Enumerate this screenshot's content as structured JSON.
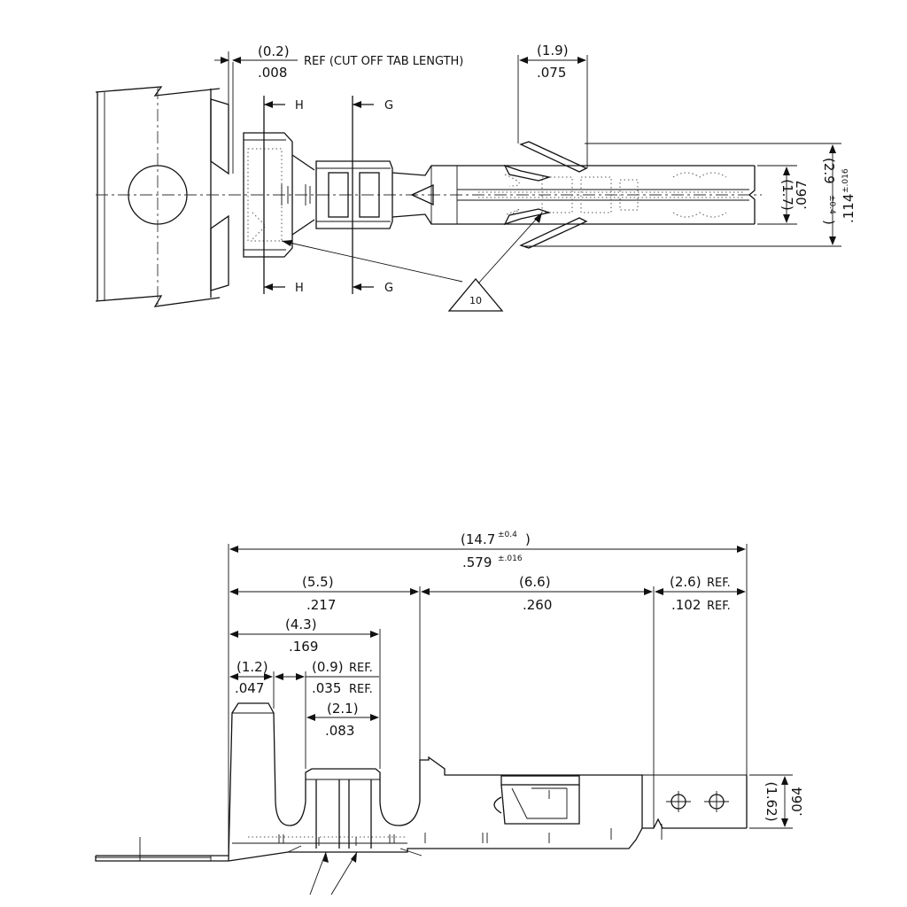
{
  "top_view": {
    "tab_dim_mm": "(0.2)",
    "tab_dim_in": ".008",
    "tab_note": "REF (CUT OFF TAB LENGTH)",
    "tip_dim_mm": "(1.9)",
    "tip_dim_in": ".075",
    "section_h": "H",
    "section_g": "G",
    "width_mm": "(1.7)",
    "width_in": ".067",
    "height_mm": "(2.9",
    "height_mm_tol": "±0.4",
    "height_in": ".114",
    "height_in_tol": "±.016",
    "note_number": "10"
  },
  "side_view": {
    "overall_mm": "(14.7",
    "overall_mm_tol": "±0.4",
    "overall_in": ".579",
    "overall_in_tol": "±.016",
    "d55_mm": "(5.5)",
    "d55_in": ".217",
    "d66_mm": "(6.6)",
    "d66_in": ".260",
    "d26_mm": "(2.6)",
    "d26_in": ".102",
    "ref": "REF.",
    "d43_mm": "(4.3)",
    "d43_in": ".169",
    "d12_mm": "(1.2)",
    "d12_in": ".047",
    "d09_mm": "(0.9)",
    "d09_in": ".035",
    "d21_mm": "(2.1)",
    "d21_in": ".083",
    "h_mm": "(1.62)",
    "h_in": ".064"
  }
}
